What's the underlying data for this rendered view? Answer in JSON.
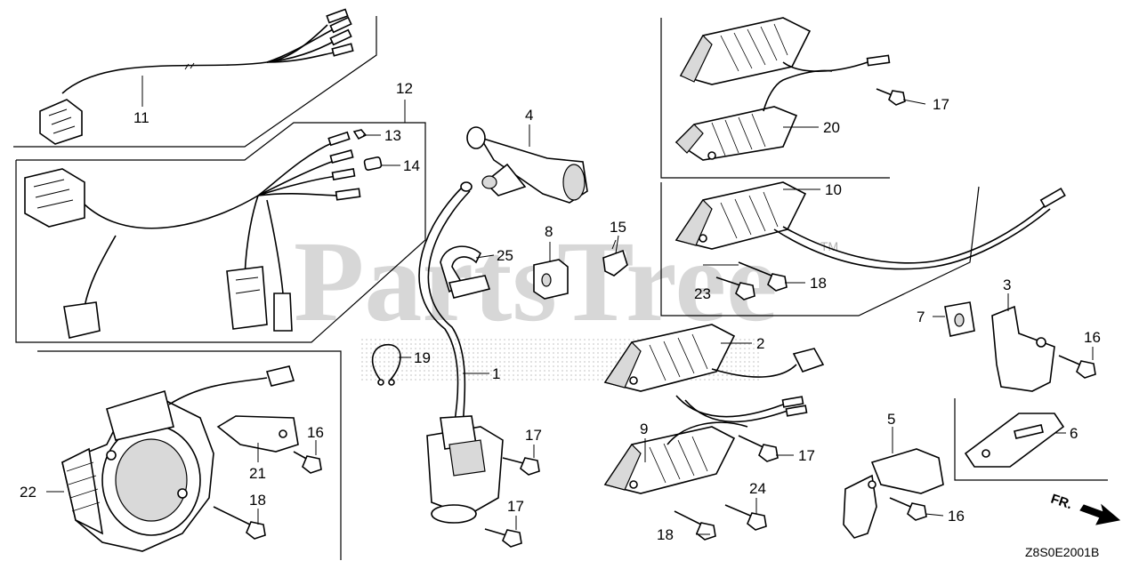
{
  "watermark": {
    "text": "PartsTree",
    "trademark": "TM"
  },
  "diagram_code": "Z8S0E2001B",
  "front_indicator": "FR.",
  "callouts": {
    "c1": "1",
    "c2": "2",
    "c3": "3",
    "c4": "4",
    "c5": "5",
    "c6": "6",
    "c7": "7",
    "c8": "8",
    "c9": "9",
    "c10": "10",
    "c11": "11",
    "c12": "12",
    "c13": "13",
    "c14": "14",
    "c15": "15",
    "c16a": "16",
    "c16b": "16",
    "c16c": "16",
    "c17a": "17",
    "c17b": "17",
    "c17c": "17",
    "c17d": "17",
    "c18a": "18",
    "c18b": "18",
    "c18c": "18",
    "c19": "19",
    "c20": "20",
    "c21": "21",
    "c22": "22",
    "c23": "23",
    "c24": "24",
    "c25": "25"
  },
  "colors": {
    "line": "#000000",
    "watermark": "#b8b8b8",
    "background": "#ffffff"
  }
}
